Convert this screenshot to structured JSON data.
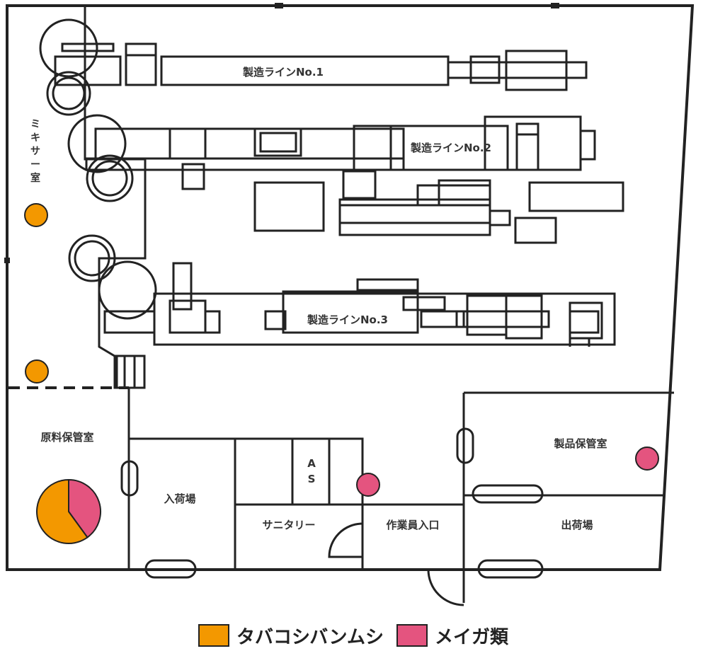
{
  "rooms": {
    "mixer": "ミキサー室",
    "raw_storage": "原料保管室",
    "receiving": "入荷場",
    "as": "AS",
    "sanitary": "サニタリー",
    "worker_entrance": "作業員入口",
    "product_storage": "製品保管室",
    "shipping": "出荷場"
  },
  "lines": {
    "line1": "製造ラインNo.1",
    "line2": "製造ラインNo.2",
    "line3": "製造ラインNo.3"
  },
  "legend": {
    "tabako_label": "タバコシバンムシ",
    "meiga_label": "メイガ類"
  },
  "colors": {
    "tabako": "#f39800",
    "meiga": "#e4547f",
    "stroke": "#222222"
  },
  "chart_data": {
    "type": "pie",
    "location": "raw_storage",
    "slices": [
      {
        "series": "tabako",
        "value": 60
      },
      {
        "series": "meiga",
        "value": 40
      }
    ]
  }
}
